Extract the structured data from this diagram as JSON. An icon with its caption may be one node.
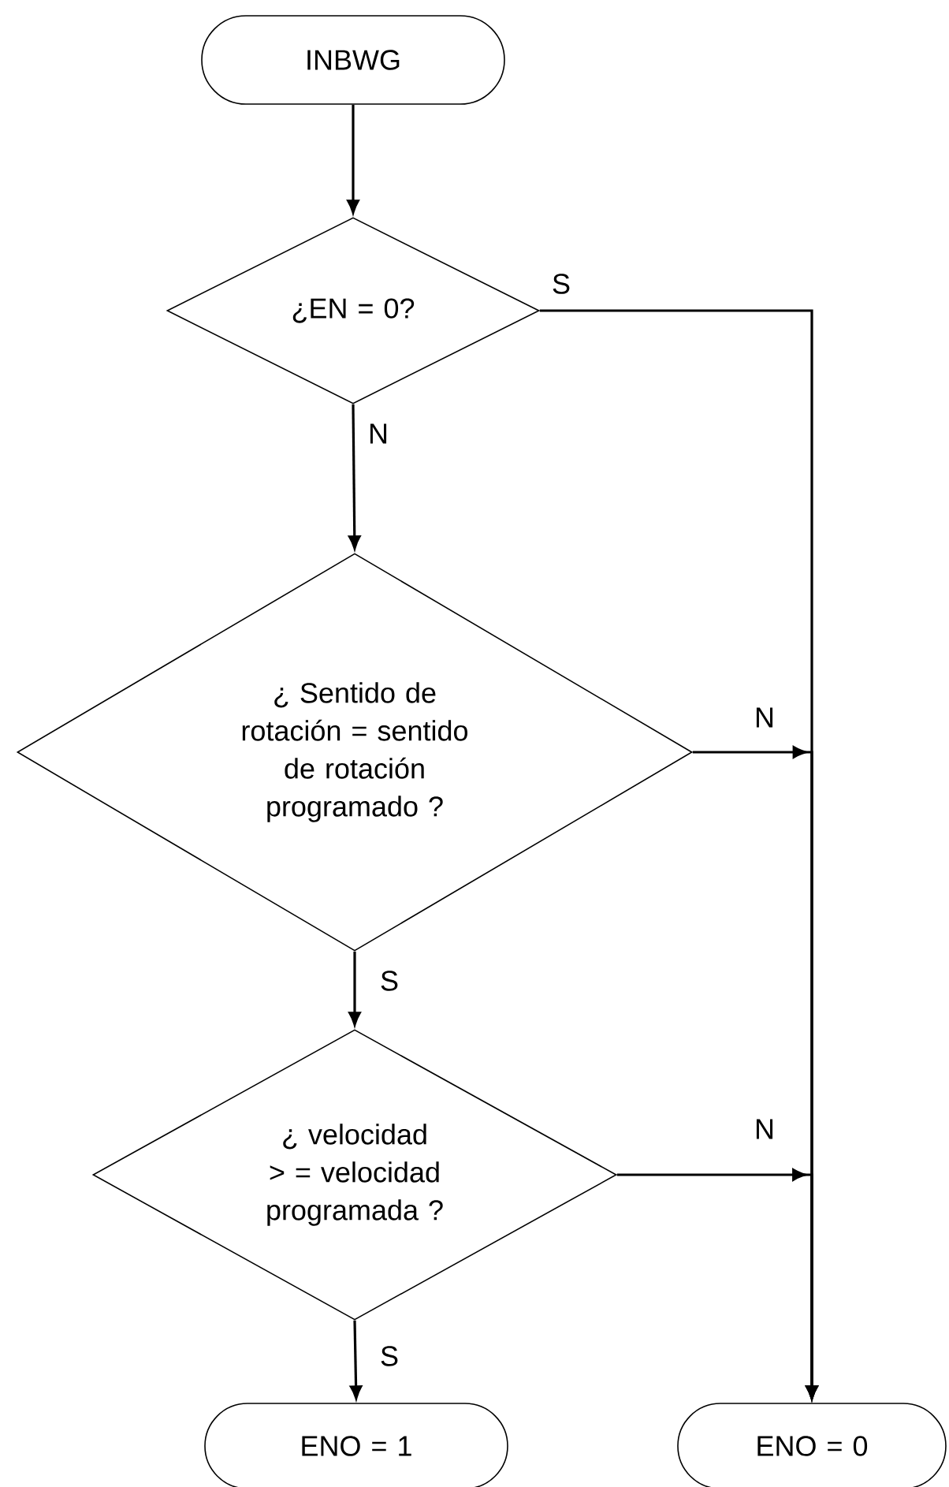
{
  "diagram": {
    "nodes": [
      {
        "text": [
          "INBWG"
        ]
      },
      {
        "text": [
          "¿EN = 0?"
        ]
      },
      {
        "text": [
          "¿ Sentido de rotación = sentido de rotación programado ?"
        ]
      },
      {
        "text": [
          "¿ velocidad > = velocidad programada ?"
        ]
      },
      {
        "text": [
          "ENO = 1"
        ]
      },
      {
        "text": [
          "ENO = 0"
        ]
      }
    ],
    "edges": [
      {
        "from": 0,
        "to": 1,
        "arrow": "to"
      },
      {
        "from": 1,
        "to": 2,
        "arrow": "to",
        "label": "N"
      },
      {
        "from": 1,
        "to": 5,
        "arrow": "to",
        "label": "S"
      },
      {
        "from": 2,
        "to": 5,
        "arrow": "to",
        "label": "N"
      },
      {
        "from": 2,
        "to": 3,
        "arrow": "to",
        "label": "S"
      },
      {
        "from": 3,
        "to": 5,
        "arrow": "to",
        "label": "N"
      },
      {
        "from": 3,
        "to": 4,
        "arrow": "to",
        "label": "S"
      }
    ]
  }
}
